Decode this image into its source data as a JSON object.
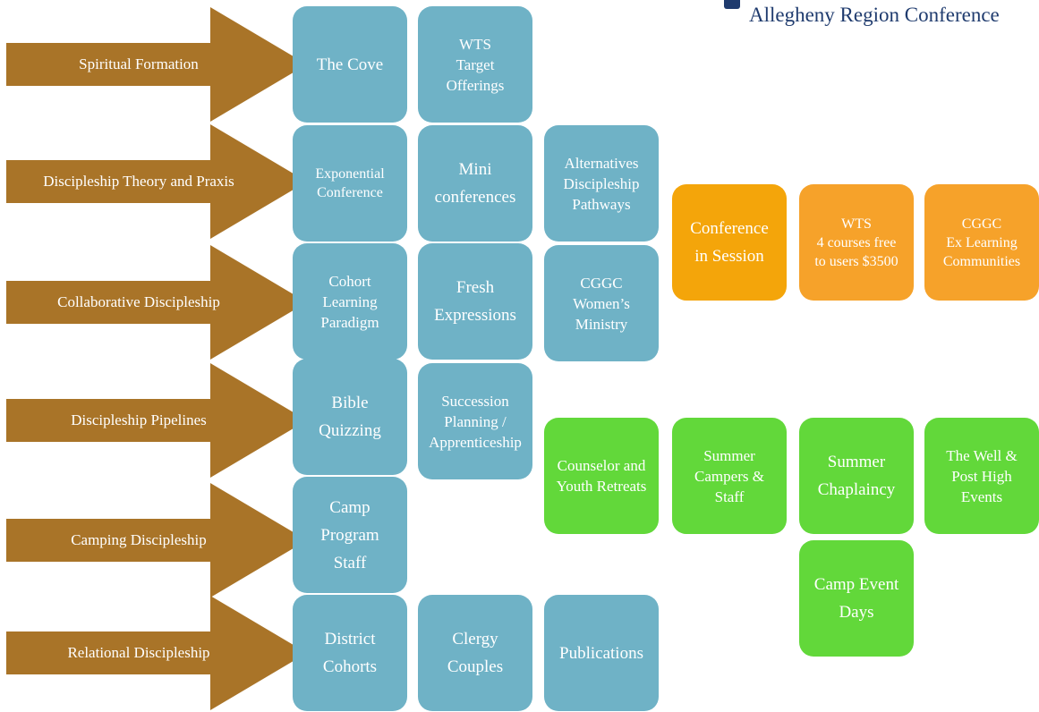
{
  "header": {
    "org": "Allegheny Region Conference"
  },
  "colors": {
    "arrow": "#a97428",
    "box_blue": "#6fb2c6",
    "box_orange": "#f6a22a",
    "box_green": "#62d83a",
    "brand": "#1f3b6e"
  },
  "arrows": [
    {
      "label": "Spiritual Formation"
    },
    {
      "label": "Discipleship Theory and Praxis"
    },
    {
      "label": "Collaborative Discipleship"
    },
    {
      "label": "Discipleship Pipelines"
    },
    {
      "label": "Camping Discipleship"
    },
    {
      "label": "Relational Discipleship"
    }
  ],
  "boxes": {
    "the_cove": "The Cove",
    "wts_target": "WTS\nTarget\nOfferings",
    "exponential": "Exponential\nConference",
    "mini_conf": "Mini\nconferences",
    "alternatives": "Alternatives\nDiscipleship\nPathways",
    "conference_session": "Conference\nin Session",
    "wts_courses": "WTS\n4 courses free\nto users $3500",
    "cggc_ex": "CGGC\nEx Learning\nCommunities",
    "cohort_learning": "Cohort\nLearning\nParadigm",
    "fresh_expressions": "Fresh\nExpressions",
    "cggc_women": "CGGC\nWomen’s\nMinistry",
    "bible_quizzing": "Bible\nQuizzing",
    "succession": "Succession\nPlanning /\nApprenticeship",
    "counselor": "Counselor and\nYouth Retreats",
    "summer_campers": "Summer\nCampers &\nStaff",
    "summer_chaplaincy": "Summer\nChaplaincy",
    "the_well": "The Well &\nPost High\nEvents",
    "camp_program": "Camp\nProgram\nStaff",
    "camp_event": "Camp Event\nDays",
    "district_cohorts": "District\nCohorts",
    "clergy_couples": "Clergy\nCouples",
    "publications": "Publications"
  }
}
